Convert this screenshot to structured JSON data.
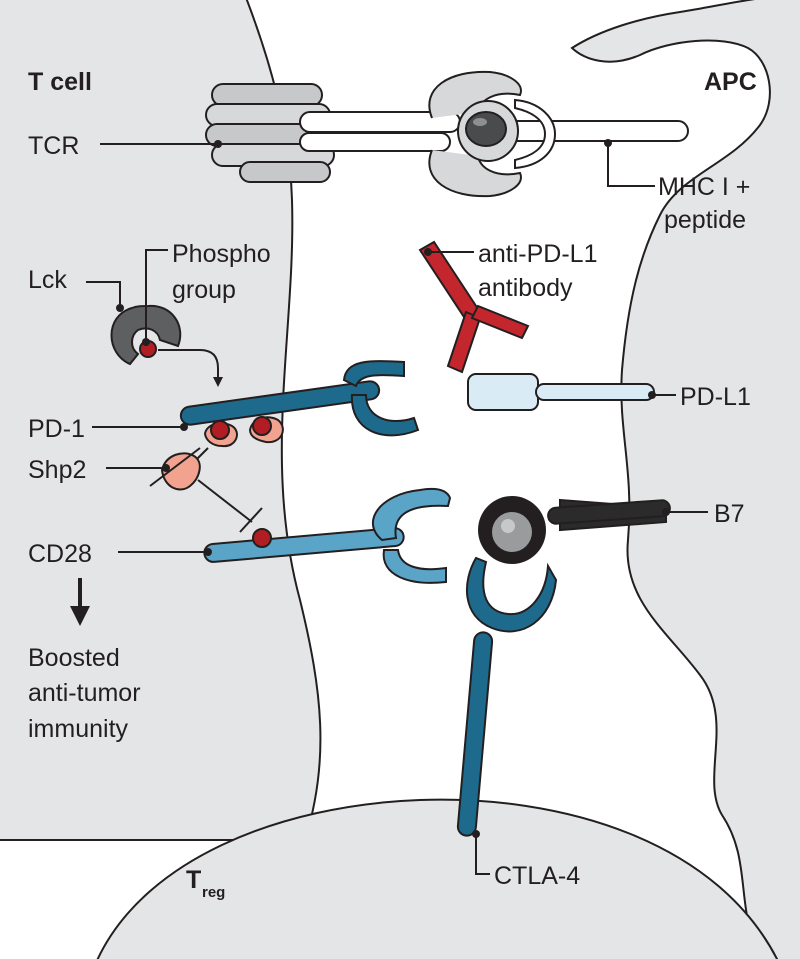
{
  "diagram": {
    "colors": {
      "cell_fill": "#e4e5e6",
      "pd1": "#1e6a8c",
      "cd28": "#5aa4c8",
      "pdl1": "#d9ecf6",
      "antibody": "#c4262e",
      "b7": "#2b2b2b",
      "tcr": "#c7c8ca",
      "phospho": "#b01e23",
      "shp2": "#f2a38f"
    },
    "cells": {
      "t_cell": "T cell",
      "apc": "APC",
      "treg_main": "T",
      "treg_sub": "reg"
    },
    "labels": {
      "tcr": "TCR",
      "mhc_line1": "MHC I +",
      "mhc_line2": "peptide",
      "lck": "Lck",
      "phospho_line1": "Phospho",
      "phospho_line2": "group",
      "antibody_line1": "anti-PD-L1",
      "antibody_line2": "antibody",
      "pdl1": "PD-L1",
      "pd1": "PD-1",
      "shp2": "Shp2",
      "b7": "B7",
      "cd28": "CD28",
      "outcome_line1": "Boosted",
      "outcome_line2": "anti-tumor",
      "outcome_line3": "immunity",
      "ctla4": "CTLA-4"
    }
  }
}
